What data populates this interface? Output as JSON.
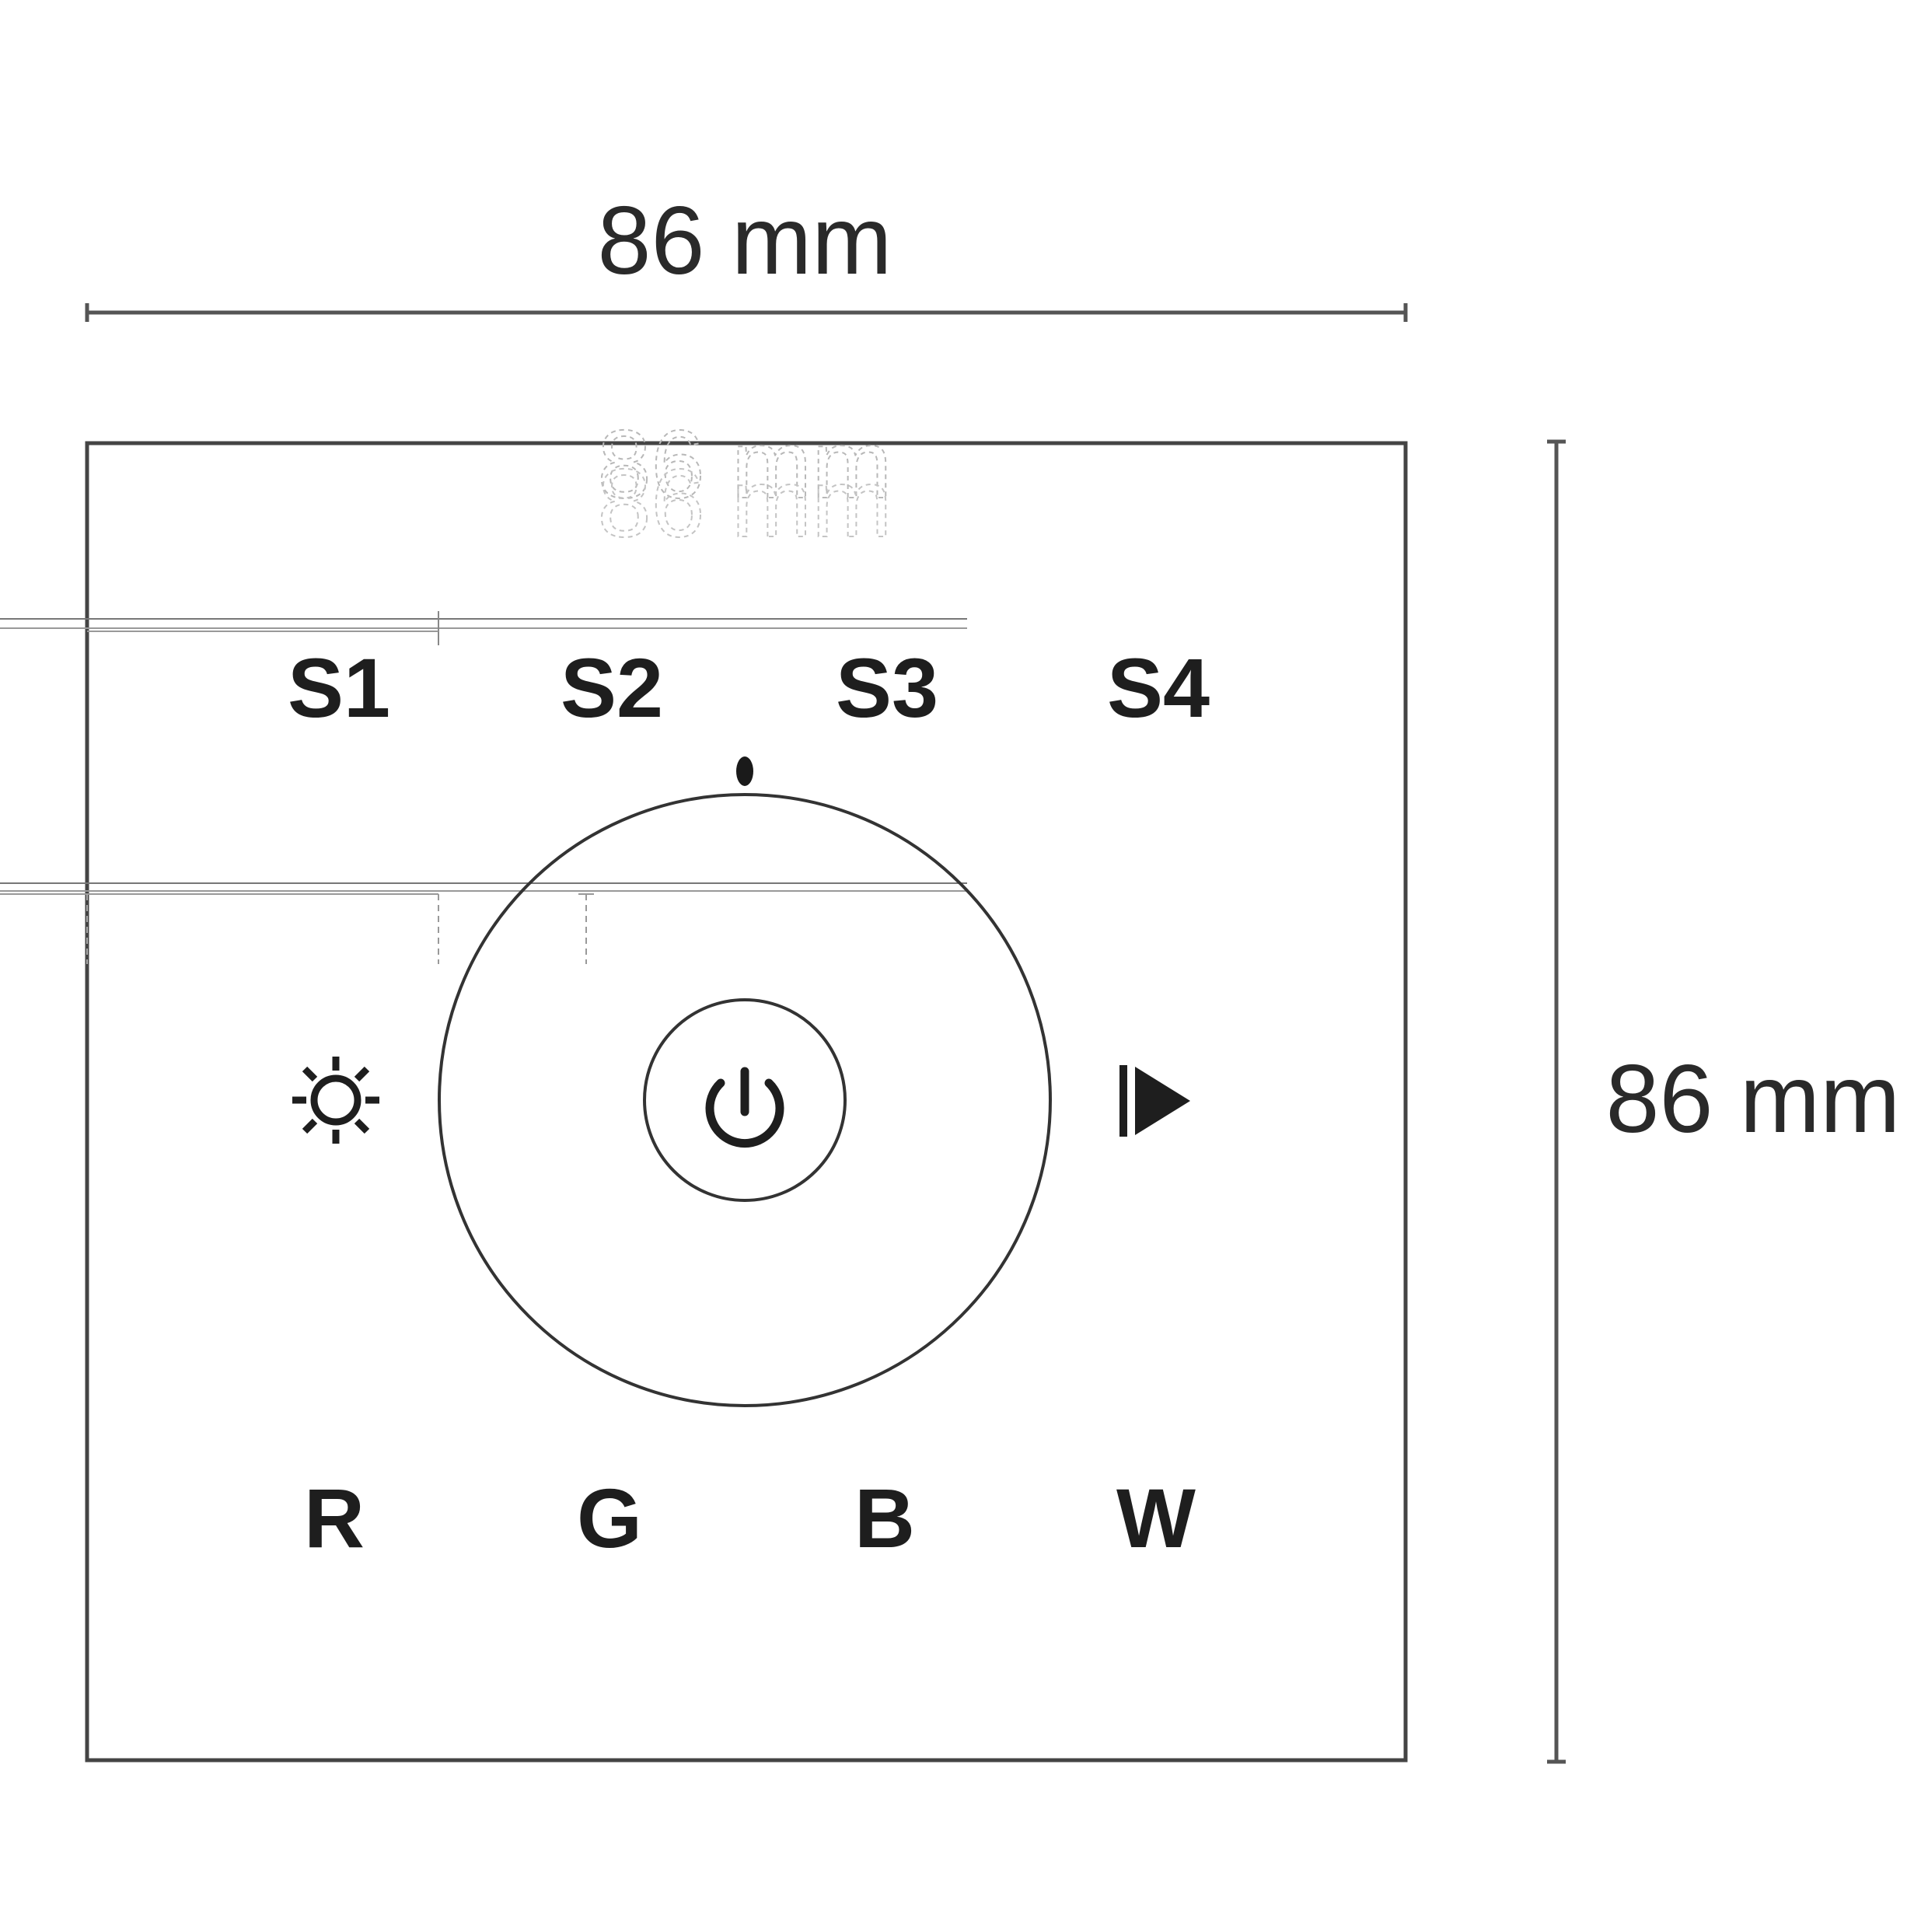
{
  "dimensions": {
    "width_label": "86 mm",
    "height_label": "86 mm",
    "ghost_label": "86 mm"
  },
  "panel": {
    "scene_keys": [
      "S1",
      "S2",
      "S3",
      "S4"
    ],
    "channel_keys": [
      "R",
      "G",
      "B",
      "W"
    ],
    "left_button_icon": "brightness-sun-icon",
    "right_button_icon": "play-mode-icon",
    "center_button_icon": "power-icon",
    "ring": "color-wheel-ring",
    "indicator": "led-indicator-dot"
  },
  "colors": {
    "ink": "#222222",
    "line": "#555555",
    "ghost": "#b8b8b8",
    "background": "#ffffff"
  }
}
